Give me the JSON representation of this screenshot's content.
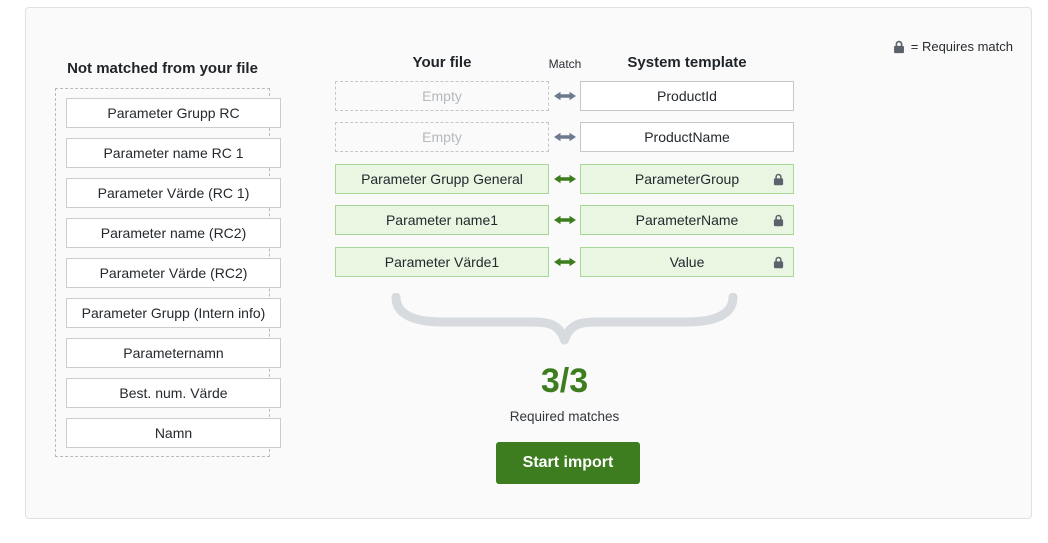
{
  "legend": {
    "icon": "lock-icon",
    "text": "= Requires match"
  },
  "left_panel": {
    "title": "Not matched from your file",
    "items": [
      "Parameter Grupp RC",
      "Parameter name RC 1",
      "Parameter Värde (RC 1)",
      "Parameter name (RC2)",
      "Parameter Värde (RC2)",
      "Parameter Grupp (Intern info)",
      "Parameternamn",
      "Best. num. Värde",
      "Namn"
    ]
  },
  "mapping": {
    "headers": {
      "your_file": "Your file",
      "match": "Match",
      "system_template": "System template"
    },
    "rows": [
      {
        "your_file": "Empty",
        "system": "ProductId",
        "matched": false,
        "required": false
      },
      {
        "your_file": "Empty",
        "system": "ProductName",
        "matched": false,
        "required": false
      },
      {
        "your_file": "Parameter Grupp General",
        "system": "ParameterGroup",
        "matched": true,
        "required": true
      },
      {
        "your_file": "Parameter name1",
        "system": "ParameterName",
        "matched": true,
        "required": true
      },
      {
        "your_file": "Parameter Värde1",
        "system": "Value",
        "matched": true,
        "required": true
      }
    ]
  },
  "summary": {
    "count": "3/3",
    "label": "Required matches",
    "button": "Start import"
  },
  "icons": {
    "arrow": "double-arrow-icon",
    "lock": "lock-icon"
  },
  "colors": {
    "accent_green": "#3d7d1f",
    "matched_bg": "#e9f6e2",
    "matched_border": "#a8d797",
    "arrow_gray": "#6d7a8e",
    "brace_gray": "#d7dade",
    "card_bg": "#fafafa"
  }
}
